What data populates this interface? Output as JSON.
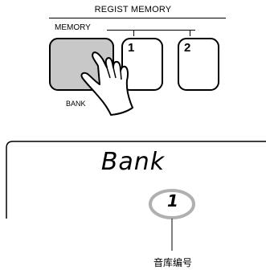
{
  "regist_memory": {
    "title": "REGIST MEMORY",
    "memory_label": "MEMORY",
    "bank_label": "BANK",
    "key_1": "1",
    "key_2": "2"
  },
  "display": {
    "text": "Bank",
    "bank_number": "1",
    "caption": "音库编号"
  },
  "icons": [
    "pointing-hand-icon"
  ],
  "colors": {
    "bank_button": "#c8c8c8",
    "highlight_ring": "#b0b0b0"
  }
}
